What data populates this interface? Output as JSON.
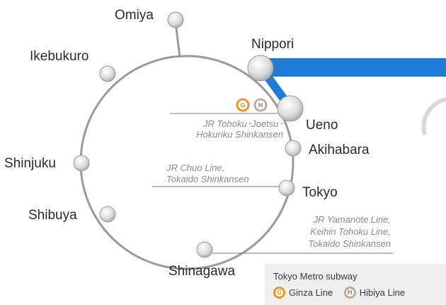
{
  "colors": {
    "loop": "#9a9a9a",
    "blue_line": "#1e7bd6",
    "ginza": "#e8952a",
    "hibiya": "#b8ad9c"
  },
  "stations": {
    "omiya": "Omiya",
    "ikebukuro": "Ikebukuro",
    "nippori": "Nippori",
    "ueno": "Ueno",
    "akihabara": "Akihabara",
    "shinjuku": "Shinjuku",
    "tokyo": "Tokyo",
    "shibuya": "Shibuya",
    "shinagawa": "Shinagawa"
  },
  "notes": {
    "tohoku_1": "JR Tohoku･Joetsu･",
    "tohoku_2": "Hokuriku Shinkansen",
    "chuo_1": "JR Chuo Line,",
    "chuo_2": "Tokaido Shinkansen",
    "yamanote_1": "JR Yamanote Line,",
    "yamanote_2": "Keihin Tohoku Line,",
    "yamanote_3": "Tokaido Shinkansen"
  },
  "badges": {
    "ginza": "G",
    "hibiya": "H"
  },
  "legend": {
    "title": "Tokyo Metro subway",
    "ginza_label": "Ginza Line",
    "hibiya_label": "Hibiya Line"
  }
}
